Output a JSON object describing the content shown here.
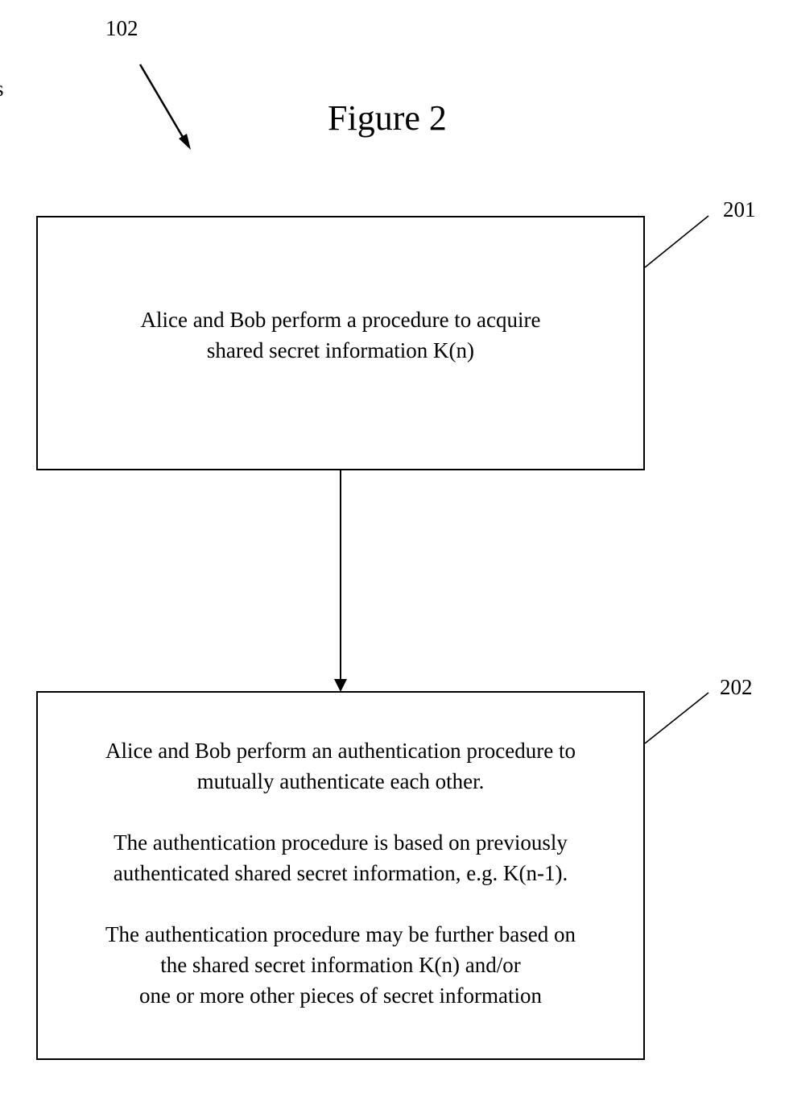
{
  "figure_title": "Figure 2",
  "reference_numerals": {
    "overall": "102",
    "step_1": "201",
    "step_2": "202",
    "edge_fragment": "s"
  },
  "steps": [
    {
      "id": "201",
      "paragraphs": [
        [
          "Alice and Bob perform a procedure to acquire",
          "shared secret information K(n)"
        ]
      ]
    },
    {
      "id": "202",
      "paragraphs": [
        [
          "Alice and Bob perform an authentication procedure to",
          "mutually authenticate each other."
        ],
        [
          "The authentication procedure is based on previously",
          "authenticated shared secret information, e.g. K(n-1)."
        ],
        [
          "The authentication procedure may be further based on",
          "the shared secret information K(n) and/or",
          "one or more other pieces of secret information"
        ]
      ]
    }
  ]
}
